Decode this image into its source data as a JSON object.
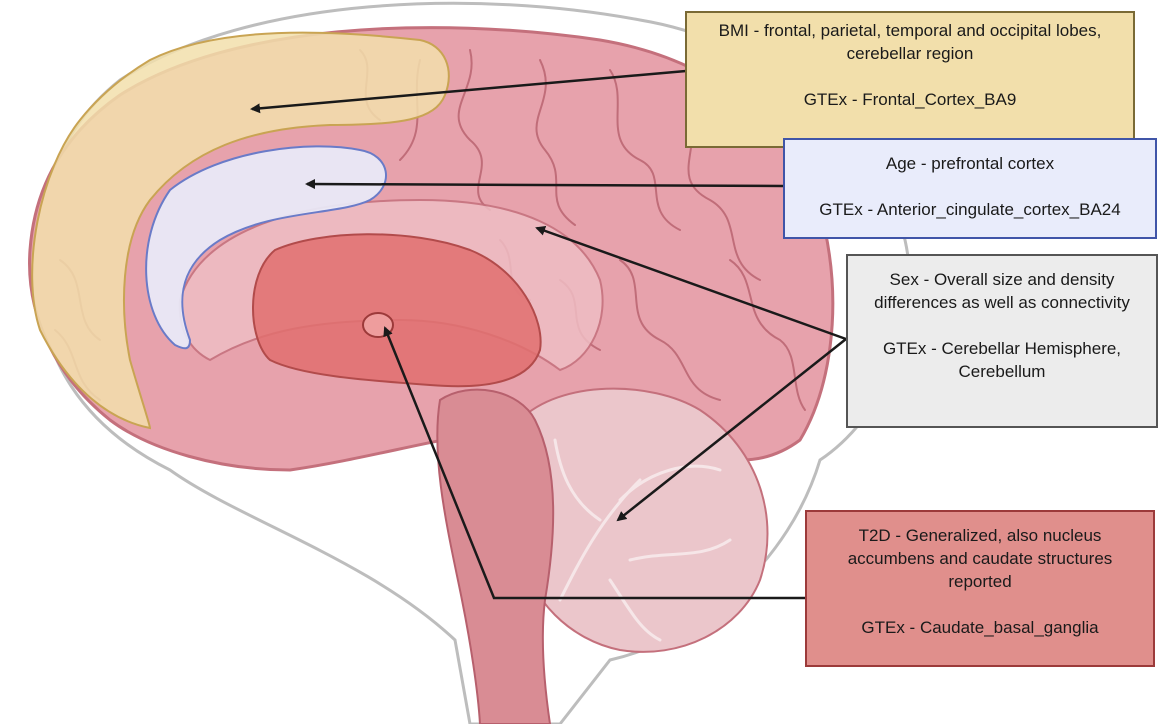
{
  "annotations": [
    {
      "id": "bmi",
      "trait": "BMI - frontal, parietal, temporal and occipital lobes, cerebellar region",
      "gtex": "GTEx - Frontal_Cortex_BA9",
      "region": "Frontal cortex (BA9)",
      "fill_color": "#f2dfab"
    },
    {
      "id": "age",
      "trait": "Age - prefrontal cortex",
      "gtex": "GTEx - Anterior_cingulate_cortex_BA24",
      "region": "Anterior cingulate cortex (BA24)",
      "fill_color": "#e9ecfb"
    },
    {
      "id": "sex",
      "trait": "Sex - Overall size and density differences as well as connectivity",
      "gtex": "GTEx - Cerebellar Hemisphere, Cerebellum",
      "region": "Cerebral cortex and cerebellum",
      "fill_color": "#ececec"
    },
    {
      "id": "t2d",
      "trait": "T2D - Generalized, also nucleus accumbens and caudate structures reported",
      "gtex": "GTEx - Caudate_basal_ganglia",
      "region": "Caudate (basal ganglia)",
      "fill_color": "#e08f8c"
    }
  ],
  "colors": {
    "cortex": "#e7a2ac",
    "cortex_dark": "#c4707c",
    "gyri_lines": "#b7606d",
    "brainstem": "#d98c94",
    "outline_shadow": "#bdbdbd",
    "arrow": "#1a1a1a"
  }
}
